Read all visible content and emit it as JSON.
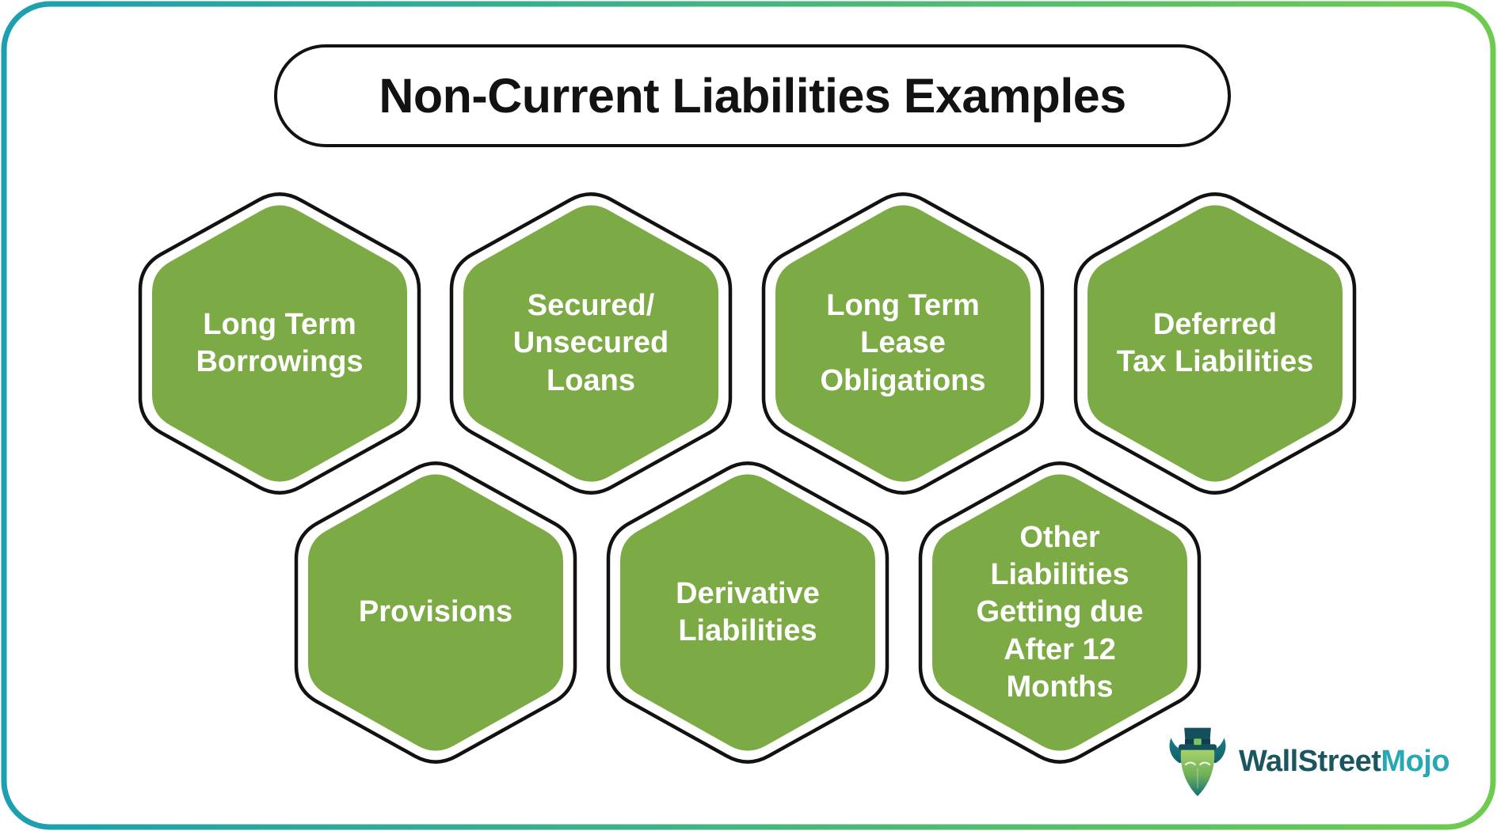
{
  "page": {
    "title": "Non-Current Liabilities Examples"
  },
  "hexagons": [
    {
      "label": "Long Term\nBorrowings"
    },
    {
      "label": "Secured/\nUnsecured\nLoans"
    },
    {
      "label": "Long Term\nLease\nObligations"
    },
    {
      "label": "Deferred\nTax Liabilities"
    },
    {
      "label": "Provisions"
    },
    {
      "label": "Derivative\nLiabilities"
    },
    {
      "label": "Other\nLiabilities\nGetting due\nAfter 12\nMonths"
    }
  ],
  "brand": {
    "name_primary": "WallStreet",
    "name_secondary": "Mojo",
    "mascot_icon": "bull-mascot-icon"
  },
  "colors": {
    "hex_fill": "#7cab46",
    "outline": "#121212",
    "label_text": "#ffffff",
    "border_gradient_start": "#1c9fb0",
    "border_gradient_end": "#6fcb4f",
    "brand_dark": "#1a5660",
    "brand_teal": "#28a7b5"
  }
}
